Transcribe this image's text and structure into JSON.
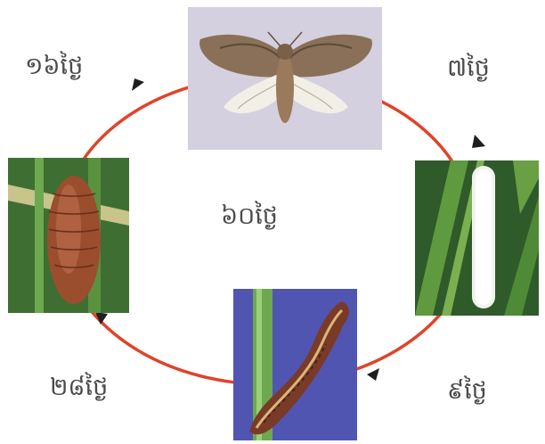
{
  "colors": {
    "cycle_line": "#e0432a",
    "arrowhead": "#1f1f1f",
    "label_text": "#4a4a4a"
  },
  "labels": {
    "total": "៦០ថ្ងៃ",
    "moth_to_egg": "៧ថ្ងៃ",
    "egg_to_larva": "៩ថ្ងៃ",
    "larva_to_pupa": "២៨ថ្ងៃ",
    "pupa_to_moth": "១៦ថ្ងៃ"
  },
  "stages": [
    "moth",
    "eggs-on-leaf",
    "caterpillar",
    "pupa"
  ]
}
